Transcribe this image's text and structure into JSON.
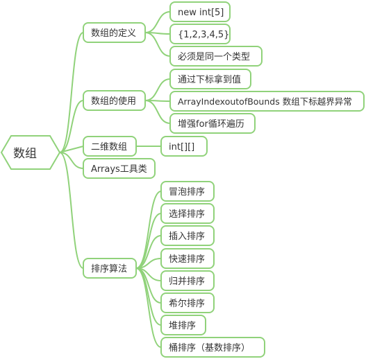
{
  "mindmap": {
    "root": {
      "label": "数组"
    },
    "branches": [
      {
        "label": "数组的定义",
        "children": [
          "new int[5]",
          "{1,2,3,4,5}",
          "必须是同一个类型"
        ]
      },
      {
        "label": "数组的使用",
        "children": [
          "通过下标拿到值",
          "ArrayIndexoutofBounds 数组下标越界异常",
          "增强for循环遍历"
        ]
      },
      {
        "label": "二维数组",
        "children": [
          "int[][]"
        ]
      },
      {
        "label": "Arrays工具类",
        "children": []
      },
      {
        "label": "排序算法",
        "children": [
          "冒泡排序",
          "选择排序",
          "插入排序",
          "快速排序",
          "归并排序",
          "希尔排序",
          "堆排序",
          "桶排序（基数排序）"
        ]
      }
    ]
  },
  "colors": {
    "line": "#90d27a",
    "node_fill": "#ffffff",
    "text": "#333333"
  }
}
